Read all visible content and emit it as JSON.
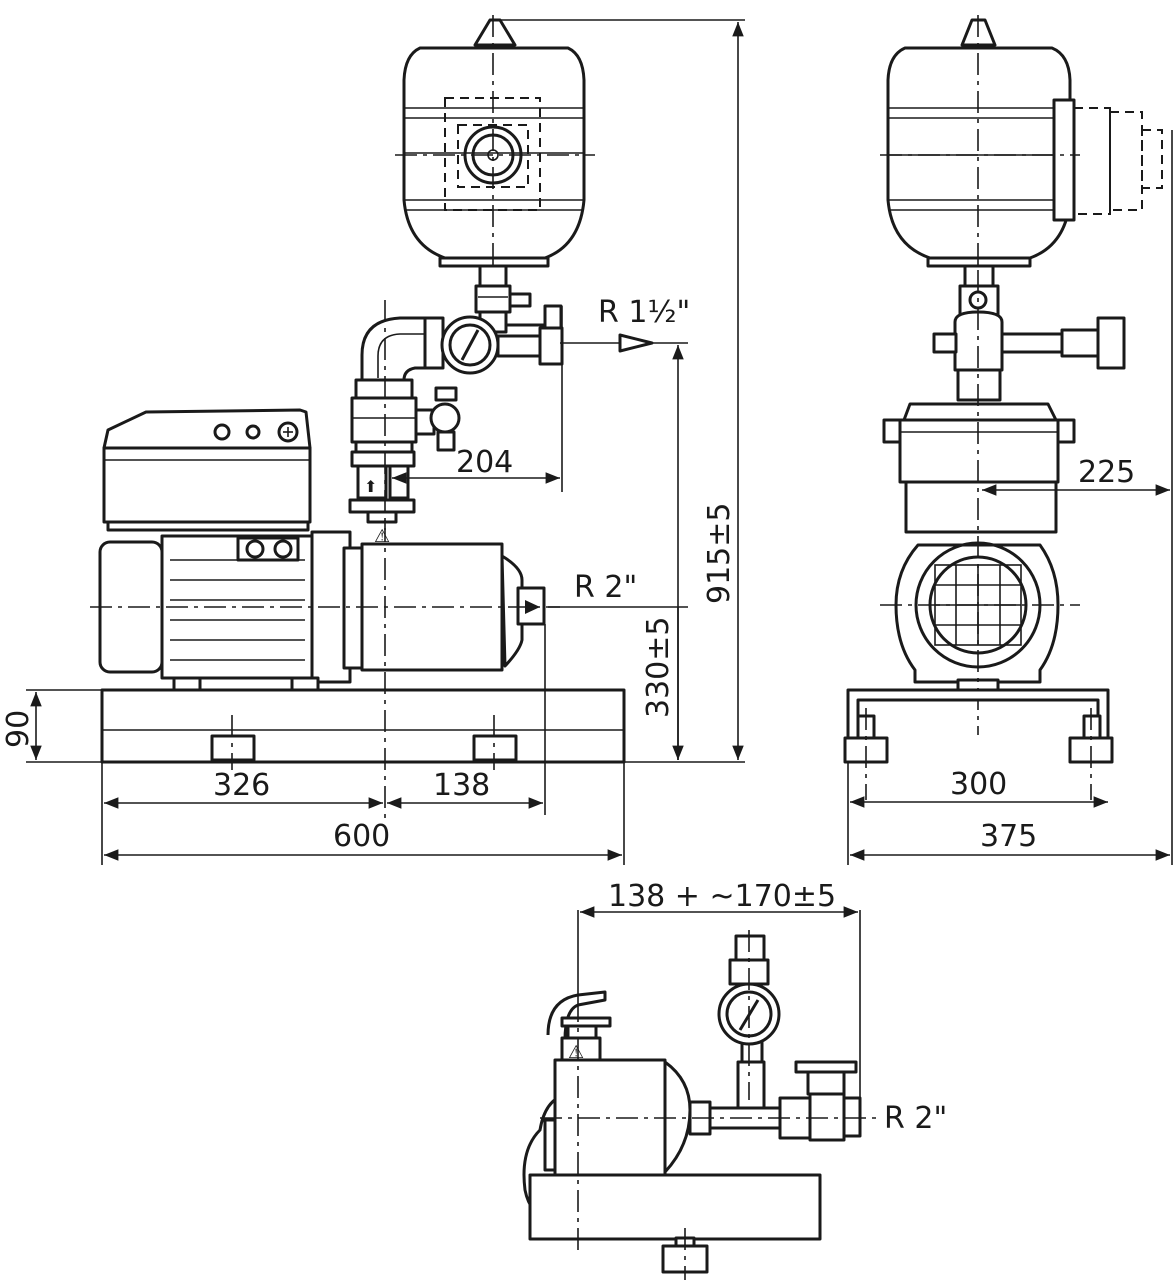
{
  "dimensions": {
    "r_inlet_top": "R 1½\"",
    "r_outlet_side": "R 2\"",
    "d_204": "204",
    "d_915": "915±5",
    "d_330": "330±5",
    "d_90": "90",
    "d_326": "326",
    "d_138": "138",
    "d_600": "600",
    "d_225": "225",
    "d_300": "300",
    "d_375": "375",
    "d_bottom_combo": "138 + ~170±5",
    "r_outlet_bottom": "R 2\""
  },
  "icons": {
    "warning": "⚠",
    "arrow_up": "⬆"
  }
}
